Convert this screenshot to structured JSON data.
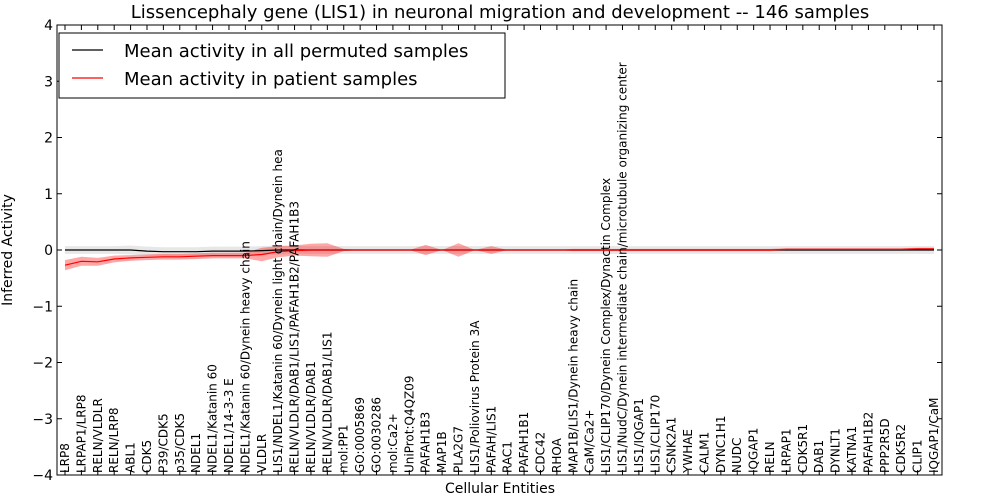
{
  "chart_data": {
    "type": "line",
    "title": "Lissencephaly gene (LIS1) in neuronal migration and development -- 146 samples",
    "xlabel": "Cellular Entities",
    "ylabel": "Inferred Activity",
    "ylim": [
      -4,
      4
    ],
    "yticks": [
      "4",
      "3",
      "2",
      "1",
      "0",
      "−1",
      "−2",
      "−3",
      "−4"
    ],
    "grid": false,
    "legend_position": "top-left",
    "categories": [
      "LRP8",
      "LRPAP1/LRP8",
      "RELN/VLDLR",
      "RELN/LRP8",
      "ABL1",
      "CDK5",
      "P39/CDK5",
      "p35/CDK5",
      "NDEL1",
      "NDEL1/Katanin 60",
      "NDEL1/14-3-3 E",
      "NDEL1/Katanin 60/Dynein heavy chain",
      "VLDLR",
      "LIS1/NDEL1/Katanin 60/Dynein light chain/Dynein hea",
      "RELN/VLDLR/DAB1/LIS1/PAFAH1B2/PAFAH1B3",
      "RELN/VLDLR/DAB1",
      "RELN/VLDLR/DAB1/LIS1",
      "mol:PP1",
      "GO:0005869",
      "GO:0030286",
      "mol:Ca2+",
      "UniProt:Q4QZ09",
      "PAFAH1B3",
      "MAP1B",
      "PLA2G7",
      "LIS1/Poliovirus Protein 3A",
      "PAFAH/LIS1",
      "RAC1",
      "PAFAH1B1",
      "CDC42",
      "RHOA",
      "MAP1B/LIS1/Dynein heavy chain",
      "CaM/Ca2+",
      "LIS1/CLIP170/Dynein Complex/Dynactin Complex",
      "LIS1/NudC/Dynein intermediate chain/microtubule organizing center",
      "LIS1/IQGAP1",
      "LIS1/CLIP170",
      "CSNK2A1",
      "YWHAE",
      "CALM1",
      "DYNC1H1",
      "NUDC",
      "IQGAP1",
      "RELN",
      "LRPAP1",
      "CDK5R1",
      "DAB1",
      "DYNLT1",
      "KATNA1",
      "PAFAH1B2",
      "PPP2R5D",
      "CDK5R2",
      "CLIP1",
      "IQGAP1/CaM"
    ],
    "series": [
      {
        "name": "Mean activity in all permuted samples",
        "color": "#000000",
        "band_color": "#bbbbbb",
        "values": [
          0.0,
          0.0,
          0.0,
          0.0,
          0.0,
          -0.02,
          -0.03,
          -0.03,
          -0.03,
          -0.02,
          -0.02,
          -0.02,
          -0.01,
          0.0,
          0.0,
          0.0,
          0.0,
          0.0,
          0.0,
          0.0,
          0.0,
          0.0,
          0.0,
          0.0,
          0.0,
          0.0,
          0.0,
          0.0,
          0.0,
          0.0,
          0.0,
          0.0,
          0.0,
          0.0,
          0.0,
          0.0,
          0.0,
          0.0,
          0.0,
          0.0,
          0.0,
          0.0,
          0.0,
          0.0,
          0.0,
          0.0,
          0.0,
          0.0,
          0.0,
          0.0,
          0.0,
          0.0,
          0.0,
          0.0
        ],
        "band": [
          0.07,
          0.07,
          0.07,
          0.07,
          0.08,
          0.08,
          0.08,
          0.08,
          0.08,
          0.08,
          0.08,
          0.08,
          0.08,
          0.08,
          0.07,
          0.07,
          0.07,
          0.07,
          0.07,
          0.07,
          0.07,
          0.07,
          0.07,
          0.07,
          0.07,
          0.07,
          0.07,
          0.07,
          0.07,
          0.07,
          0.07,
          0.07,
          0.07,
          0.07,
          0.07,
          0.07,
          0.07,
          0.07,
          0.07,
          0.07,
          0.07,
          0.07,
          0.07,
          0.07,
          0.07,
          0.07,
          0.07,
          0.07,
          0.07,
          0.07,
          0.07,
          0.07,
          0.07,
          0.07
        ]
      },
      {
        "name": "Mean activity in patient samples",
        "color": "#ff0000",
        "band_color": "#ff0000",
        "values": [
          -0.27,
          -0.2,
          -0.21,
          -0.16,
          -0.14,
          -0.13,
          -0.12,
          -0.12,
          -0.11,
          -0.1,
          -0.1,
          -0.1,
          -0.08,
          -0.03,
          -0.01,
          0.0,
          0.0,
          0.0,
          0.0,
          0.0,
          0.0,
          0.0,
          0.0,
          0.0,
          0.0,
          0.0,
          0.0,
          0.0,
          0.0,
          0.0,
          0.0,
          0.0,
          0.0,
          0.0,
          0.0,
          0.0,
          0.0,
          0.0,
          0.0,
          0.0,
          0.0,
          0.0,
          0.0,
          0.0,
          0.01,
          0.01,
          0.01,
          0.01,
          0.01,
          0.01,
          0.01,
          0.01,
          0.02,
          0.02
        ],
        "band": [
          0.09,
          0.08,
          0.07,
          0.06,
          0.05,
          0.05,
          0.05,
          0.05,
          0.05,
          0.05,
          0.05,
          0.05,
          0.12,
          0.1,
          0.09,
          0.11,
          0.12,
          0.02,
          0.0,
          0.0,
          0.0,
          0.0,
          0.09,
          0.0,
          0.12,
          0.0,
          0.07,
          0.0,
          0.0,
          0.0,
          0.0,
          0.02,
          0.02,
          0.02,
          0.02,
          0.02,
          0.02,
          0.02,
          0.02,
          0.02,
          0.02,
          0.02,
          0.02,
          0.02,
          0.02,
          0.02,
          0.02,
          0.02,
          0.02,
          0.02,
          0.02,
          0.02,
          0.02,
          0.02
        ]
      }
    ]
  }
}
